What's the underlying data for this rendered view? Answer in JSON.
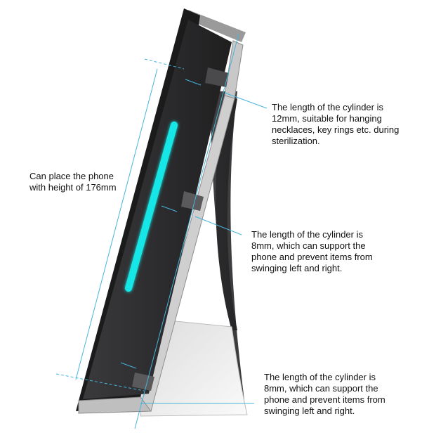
{
  "annotations": {
    "height_note": "Can place the phone\nwith height of 176mm",
    "top_cylinder": "The length of the cylinder is\n12mm, suitable for hanging\nnecklaces, key rings etc. during\nsterilization.",
    "middle_cylinder": "The length of the cylinder is\n8mm, which can support the\nphone and prevent items from\nswinging left and right.",
    "bottom_cylinder": "The length of the cylinder is\n8mm, which can support the\nphone and prevent items from\nswinging left and right."
  },
  "colors": {
    "front_panel": "#2d2d2f",
    "panel_edge": "#1b1b1c",
    "light_bar": "#19e6e6",
    "frame_silver": "#c8c8c8",
    "guide_line": "#46b4dc",
    "base_white": "#f2f2f2"
  }
}
